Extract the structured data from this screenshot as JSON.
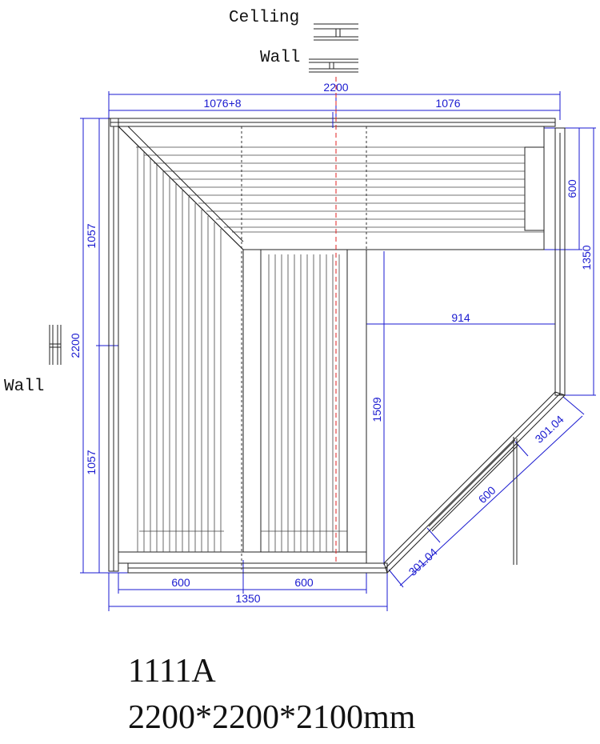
{
  "labels": {
    "ceiling": "Celling",
    "wall_top": "Wall",
    "wall_left": "Wall"
  },
  "dimensions": {
    "top_total": "2200",
    "top_left_half": "1076+8",
    "top_right_half": "1076",
    "left_total": "2200",
    "left_upper": "1057",
    "left_lower": "1057",
    "right_upper": "600",
    "right_total": "1350",
    "inner_width": "914",
    "inner_height": "1509",
    "diag_upper": "301.04",
    "diag_middle": "600",
    "diag_lower": "301.04",
    "bottom_left": "600",
    "bottom_mid": "600",
    "bottom_total": "1350"
  },
  "model": {
    "name": "1111A",
    "size": "2200*2200*2100mm"
  }
}
